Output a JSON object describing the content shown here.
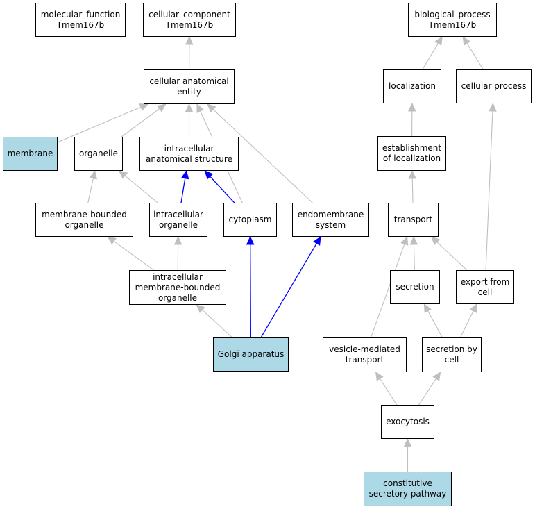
{
  "diagram": {
    "type": "GO annotation graph",
    "colors": {
      "node_fill": "#ffffff",
      "highlight_fill": "#add8e6",
      "edge_default": "#bfbfbf",
      "edge_highlight": "#0000ff",
      "border": "#000000"
    },
    "nodes": {
      "molecular_function": {
        "label": "molecular_function\nTmem167b",
        "highlighted": false
      },
      "cellular_component": {
        "label": "cellular_component\nTmem167b",
        "highlighted": false
      },
      "biological_process": {
        "label": "biological_process\nTmem167b",
        "highlighted": false
      },
      "cellular_anatomical_entity": {
        "label": "cellular anatomical\nentity",
        "highlighted": false
      },
      "localization": {
        "label": "localization",
        "highlighted": false
      },
      "cellular_process": {
        "label": "cellular process",
        "highlighted": false
      },
      "membrane": {
        "label": "membrane",
        "highlighted": true
      },
      "organelle": {
        "label": "organelle",
        "highlighted": false
      },
      "intracellular_anatomical_structure": {
        "label": "intracellular\nanatomical structure",
        "highlighted": false
      },
      "establishment_of_localization": {
        "label": "establishment\nof localization",
        "highlighted": false
      },
      "membrane_bounded_organelle": {
        "label": "membrane-bounded\norganelle",
        "highlighted": false
      },
      "intracellular_organelle": {
        "label": "intracellular\norganelle",
        "highlighted": false
      },
      "cytoplasm": {
        "label": "cytoplasm",
        "highlighted": false
      },
      "endomembrane_system": {
        "label": "endomembrane\nsystem",
        "highlighted": false
      },
      "transport": {
        "label": "transport",
        "highlighted": false
      },
      "intracellular_membrane_bounded_organelle": {
        "label": "intracellular\nmembrane-bounded\norganelle",
        "highlighted": false
      },
      "secretion": {
        "label": "secretion",
        "highlighted": false
      },
      "export_from_cell": {
        "label": "export from\ncell",
        "highlighted": false
      },
      "golgi_apparatus": {
        "label": "Golgi apparatus",
        "highlighted": true
      },
      "vesicle_mediated_transport": {
        "label": "vesicle-mediated\ntransport",
        "highlighted": false
      },
      "secretion_by_cell": {
        "label": "secretion by\ncell",
        "highlighted": false
      },
      "exocytosis": {
        "label": "exocytosis",
        "highlighted": false
      },
      "constitutive_secretory_pathway": {
        "label": "constitutive\nsecretory pathway",
        "highlighted": true
      }
    },
    "edges": [
      {
        "from": "cellular_anatomical_entity",
        "to": "cellular_component",
        "highlight": false
      },
      {
        "from": "localization",
        "to": "biological_process",
        "highlight": false
      },
      {
        "from": "cellular_process",
        "to": "biological_process",
        "highlight": false
      },
      {
        "from": "membrane",
        "to": "cellular_anatomical_entity",
        "highlight": false
      },
      {
        "from": "organelle",
        "to": "cellular_anatomical_entity",
        "highlight": false
      },
      {
        "from": "intracellular_anatomical_structure",
        "to": "cellular_anatomical_entity",
        "highlight": false
      },
      {
        "from": "cytoplasm",
        "to": "cellular_anatomical_entity",
        "highlight": false
      },
      {
        "from": "endomembrane_system",
        "to": "cellular_anatomical_entity",
        "highlight": false
      },
      {
        "from": "establishment_of_localization",
        "to": "localization",
        "highlight": false
      },
      {
        "from": "membrane_bounded_organelle",
        "to": "organelle",
        "highlight": false
      },
      {
        "from": "intracellular_organelle",
        "to": "organelle",
        "highlight": false
      },
      {
        "from": "intracellular_organelle",
        "to": "intracellular_anatomical_structure",
        "highlight": true
      },
      {
        "from": "cytoplasm",
        "to": "intracellular_anatomical_structure",
        "highlight": true
      },
      {
        "from": "transport",
        "to": "establishment_of_localization",
        "highlight": false
      },
      {
        "from": "intracellular_membrane_bounded_organelle",
        "to": "membrane_bounded_organelle",
        "highlight": false
      },
      {
        "from": "intracellular_membrane_bounded_organelle",
        "to": "intracellular_organelle",
        "highlight": false
      },
      {
        "from": "golgi_apparatus",
        "to": "intracellular_membrane_bounded_organelle",
        "highlight": false
      },
      {
        "from": "golgi_apparatus",
        "to": "cytoplasm",
        "highlight": true
      },
      {
        "from": "golgi_apparatus",
        "to": "endomembrane_system",
        "highlight": true
      },
      {
        "from": "secretion",
        "to": "transport",
        "highlight": false
      },
      {
        "from": "export_from_cell",
        "to": "transport",
        "highlight": false
      },
      {
        "from": "export_from_cell",
        "to": "cellular_process",
        "highlight": false
      },
      {
        "from": "vesicle_mediated_transport",
        "to": "transport",
        "highlight": false
      },
      {
        "from": "secretion_by_cell",
        "to": "secretion",
        "highlight": false
      },
      {
        "from": "secretion_by_cell",
        "to": "export_from_cell",
        "highlight": false
      },
      {
        "from": "exocytosis",
        "to": "vesicle_mediated_transport",
        "highlight": false
      },
      {
        "from": "exocytosis",
        "to": "secretion_by_cell",
        "highlight": false
      },
      {
        "from": "constitutive_secretory_pathway",
        "to": "exocytosis",
        "highlight": false
      }
    ]
  }
}
